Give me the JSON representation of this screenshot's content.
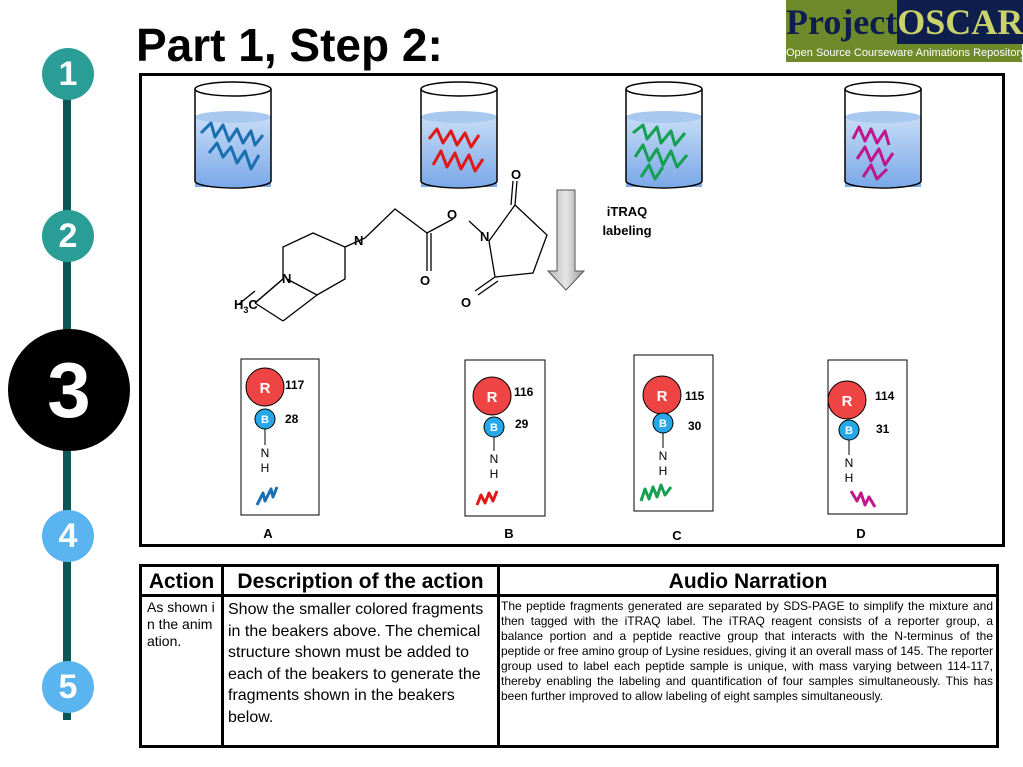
{
  "title": "Part 1, Step 2:",
  "logo": {
    "word1": "Project",
    "word2": "OSCAR",
    "tagline": "Open Source Courseware Animations Repository"
  },
  "steps": [
    "1",
    "2",
    "3",
    "4",
    "5"
  ],
  "diagram": {
    "arrow_label_line1": "iTRAQ",
    "arrow_label_line2": "labeling",
    "atoms": {
      "o_top": "O",
      "o_mid": "O",
      "n_ring": "N",
      "n_pip_top": "N",
      "n_pip_left": "N",
      "o_carbonyl": "O",
      "o_bottom": "O",
      "methyl": "H",
      "methyl_sub": "3",
      "methyl_c": "C"
    },
    "beakers": [
      {
        "color": "#1a6fb0"
      },
      {
        "color": "#e01818"
      },
      {
        "color": "#14a050"
      },
      {
        "color": "#c0168c"
      }
    ],
    "tags": [
      {
        "letter": "A",
        "reporter": "R",
        "reporter_mass": "117",
        "balance": "B",
        "balance_mass": "28",
        "n": "N",
        "h": "H",
        "color": "#1a6fb0"
      },
      {
        "letter": "B",
        "reporter": "R",
        "reporter_mass": "116",
        "balance": "B",
        "balance_mass": "29",
        "n": "N",
        "h": "H",
        "color": "#e01818"
      },
      {
        "letter": "C",
        "reporter": "R",
        "reporter_mass": "115",
        "balance": "B",
        "balance_mass": "30",
        "n": "N",
        "h": "H",
        "color": "#14a050"
      },
      {
        "letter": "D",
        "reporter": "R",
        "reporter_mass": "114",
        "balance": "B",
        "balance_mass": "31",
        "n": "N",
        "h": "H",
        "color": "#c0168c"
      }
    ]
  },
  "table": {
    "headers": {
      "action": "Action",
      "description": "Description of the action",
      "narration": "Audio Narration"
    },
    "action": "As shown in the animation.",
    "description": "Show the smaller colored fragments in the beakers above. The chemical structure shown must be added to each of the beakers to generate the fragments shown in the beakers below.",
    "narration": "The peptide fragments generated are separated by SDS-PAGE to simplify the mixture and then tagged with the iTRAQ label. The iTRAQ reagent consists of a reporter group, a balance portion and a peptide reactive group that interacts with the N-terminus of the peptide or free amino group of Lysine residues, giving it an overall mass of 145. The reporter group used to label each peptide sample is unique, with mass varying between 114-117, thereby enabling the labeling and quantification of four samples simultaneously. This has been further improved to allow labeling of eight samples simultaneously."
  },
  "colors": {
    "step_teal": "#2a9d96",
    "step_blue": "#5ab4ef",
    "step_active": "#000000",
    "reporter_red": "#ee4444",
    "balance_blue": "#26a8e8",
    "line_teal": "#0d5656"
  }
}
